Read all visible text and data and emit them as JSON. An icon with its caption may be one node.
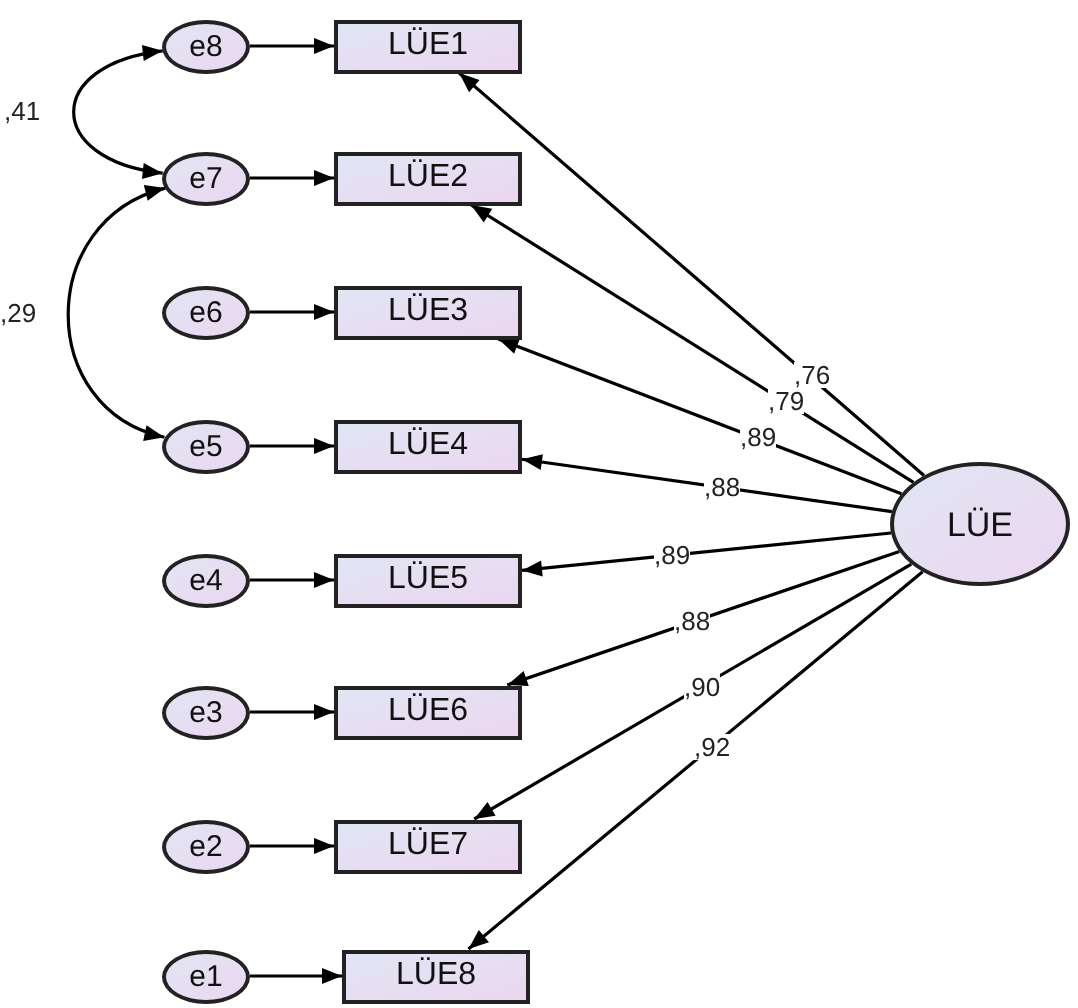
{
  "diagram": {
    "nodes": [
      {
        "text": [
          "e8"
        ]
      },
      {
        "text": [
          "LÜE1"
        ]
      },
      {
        "text": [
          "e7"
        ]
      },
      {
        "text": [
          "LÜE2"
        ]
      },
      {
        "text": [
          "e6"
        ]
      },
      {
        "text": [
          "LÜE3"
        ]
      },
      {
        "text": [
          "e5"
        ]
      },
      {
        "text": [
          "LÜE4"
        ]
      },
      {
        "text": [
          "e4"
        ]
      },
      {
        "text": [
          "LÜE5"
        ]
      },
      {
        "text": [
          "e3"
        ]
      },
      {
        "text": [
          "LÜE6"
        ]
      },
      {
        "text": [
          "e2"
        ]
      },
      {
        "text": [
          "LÜE7"
        ]
      },
      {
        "text": [
          "e1"
        ]
      },
      {
        "text": [
          "LÜE8"
        ]
      },
      {
        "text": [
          "LÜE"
        ]
      }
    ],
    "edges": [
      {
        "from": 0,
        "to": 1,
        "arrow": "to"
      },
      {
        "from": 2,
        "to": 3,
        "arrow": "to"
      },
      {
        "from": 4,
        "to": 5,
        "arrow": "to"
      },
      {
        "from": 6,
        "to": 7,
        "arrow": "to"
      },
      {
        "from": 8,
        "to": 9,
        "arrow": "to"
      },
      {
        "from": 10,
        "to": 11,
        "arrow": "to"
      },
      {
        "from": 12,
        "to": 13,
        "arrow": "to"
      },
      {
        "from": 14,
        "to": 15,
        "arrow": "to"
      },
      {
        "from": 16,
        "to": 1,
        "arrow": "to",
        "label": ",76"
      },
      {
        "from": 16,
        "to": 3,
        "arrow": "to",
        "label": ",79"
      },
      {
        "from": 16,
        "to": 5,
        "arrow": "to",
        "label": ",89"
      },
      {
        "from": 16,
        "to": 7,
        "arrow": "to",
        "label": ",88"
      },
      {
        "from": 16,
        "to": 9,
        "arrow": "to",
        "label": ",89"
      },
      {
        "from": 16,
        "to": 11,
        "arrow": "to",
        "label": ",88"
      },
      {
        "from": 16,
        "to": 13,
        "arrow": "to",
        "label": ",90"
      },
      {
        "from": 16,
        "to": 15,
        "arrow": "to",
        "label": ",92"
      },
      {
        "from": 0,
        "to": 2,
        "arrow": "both",
        "label": ",41"
      },
      {
        "from": 2,
        "to": 6,
        "arrow": "both",
        "label": ",29"
      }
    ]
  }
}
